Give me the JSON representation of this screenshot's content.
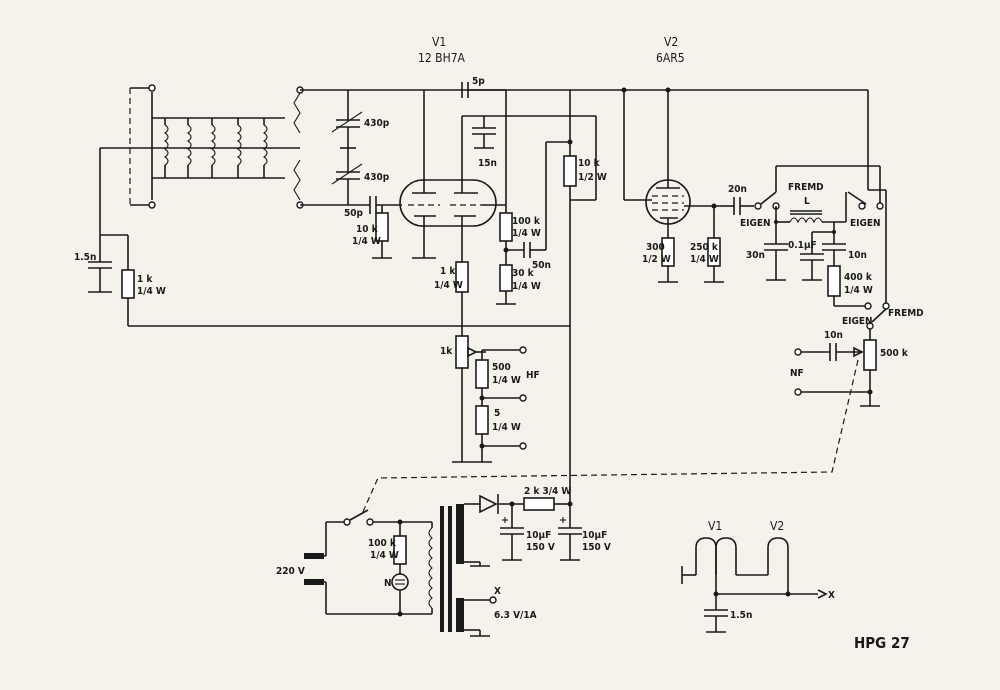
{
  "tubes": {
    "v1_ref": "V1",
    "v1_type": "12 BH7A",
    "v2_ref": "V2",
    "v2_type": "6AR5"
  },
  "labels": {
    "c_5p": "5p",
    "c_430p_a": "430p",
    "c_430p_b": "430p",
    "c_50p": "50p",
    "c_15n": "15n",
    "r_10k_half_a": "10 k",
    "r_10k_half_b": "1/2 W",
    "r_10k_q_a": "10 k",
    "r_10k_q_b": "1/4 W",
    "r_100k_a": "100 k",
    "r_100k_b": "1/4 W",
    "r_30k_a": "30 k",
    "r_30k_b": "1/4 W",
    "c_50n": "50n",
    "c_1n5": "1.5n",
    "r_1k_left_a": "1 k",
    "r_1k_left_b": "1/4 W",
    "r_1k_cath_a": "1 k",
    "r_1k_cath_b": "1/4 W",
    "pot_1k": "1k",
    "r_500_a": "500",
    "r_500_b": "1/4 W",
    "r_5_a": "5",
    "r_5_b": "1/4 W",
    "hf": "HF",
    "c_20n": "20n",
    "sw_fremd_top": "FREMD",
    "inductor_l": "L",
    "eigen_1": "EIGEN",
    "eigen_2": "EIGEN",
    "r_300_a": "300",
    "r_300_b": "1/2 W",
    "r_250k_a": "250 k",
    "r_250k_b": "1/4 W",
    "c_30n": "30n",
    "c_0_1uf": "0.1µF",
    "c_10n_a": "10n",
    "r_400k_a": "400 k",
    "r_400k_b": "1/4 W",
    "eigen_3": "EIGEN",
    "fremd_2": "FREMD",
    "c_10n_b": "10n",
    "nf": "NF",
    "pot_500k": "500 k",
    "r_2k": "2 k 3/4 W",
    "c_10uf_a": "10µF",
    "c_150v_a": "150 V",
    "c_10uf_b": "10µF",
    "c_150v_b": "150 V",
    "mains": "220 V",
    "r_100k_mains_a": "100 k",
    "r_100k_mains_b": "1/4 W",
    "neon": "N",
    "x_out": "X",
    "heater_v": "6.3 V/1A",
    "heater_v1": "V1",
    "heater_v2": "V2",
    "heater_c": "1.5n",
    "heater_x": "X",
    "title": "HPG 27"
  }
}
